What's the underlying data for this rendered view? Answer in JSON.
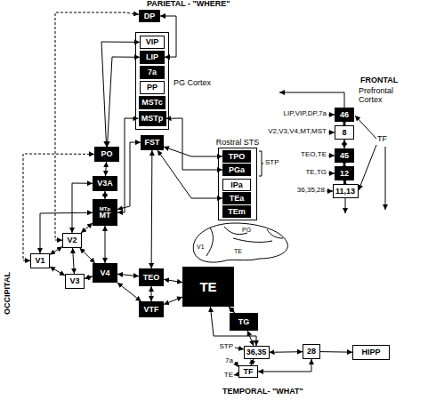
{
  "diagram": {
    "nodes": [
      {
        "text": [
          "DP"
        ]
      },
      {
        "text": [
          "PG Cortex"
        ]
      },
      {
        "text": [
          "VIP"
        ],
        "in": 1
      },
      {
        "text": [
          "LIP"
        ],
        "in": 1
      },
      {
        "text": [
          "7a"
        ],
        "in": 1
      },
      {
        "text": [
          "PP"
        ],
        "in": 1
      },
      {
        "text": [
          "MSTc"
        ],
        "in": 1
      },
      {
        "text": [
          "MSTp"
        ],
        "in": 1
      },
      {
        "text": [
          "FST"
        ]
      },
      {
        "text": [
          "PO"
        ]
      },
      {
        "text": [
          "V3A"
        ]
      },
      {
        "text": [
          "MTp",
          "MT"
        ]
      },
      {
        "text": [
          "V1"
        ]
      },
      {
        "text": [
          "V2"
        ]
      },
      {
        "text": [
          "V3"
        ]
      },
      {
        "text": [
          "V4"
        ]
      },
      {
        "text": [
          "TEO"
        ]
      },
      {
        "text": [
          "VTF"
        ]
      },
      {
        "text": [
          "TE"
        ]
      },
      {
        "text": [
          "TG"
        ]
      },
      {
        "text": [
          "Rostral STS"
        ]
      },
      {
        "text": [
          "TPO"
        ],
        "in": 20
      },
      {
        "text": [
          "PGa"
        ],
        "in": 20
      },
      {
        "text": [
          "IPa"
        ],
        "in": 20
      },
      {
        "text": [
          "TEa"
        ],
        "in": 20
      },
      {
        "text": [
          "TEm"
        ],
        "in": 20
      },
      {
        "text": [
          "46"
        ]
      },
      {
        "text": [
          "8"
        ]
      },
      {
        "text": [
          "45"
        ]
      },
      {
        "text": [
          "12"
        ]
      },
      {
        "text": [
          "11,13"
        ]
      },
      {
        "text": [
          "36,35"
        ]
      },
      {
        "text": [
          "28"
        ]
      },
      {
        "text": [
          "HIPP"
        ]
      },
      {
        "text": [
          "TF"
        ]
      }
    ],
    "edges": [
      {
        "from": 12,
        "to": 13,
        "arrow": "both"
      },
      {
        "from": 12,
        "to": 14,
        "arrow": "both"
      },
      {
        "from": 13,
        "to": 14,
        "arrow": "both"
      },
      {
        "from": 13,
        "to": 10,
        "arrow": "both"
      },
      {
        "from": 13,
        "to": 11,
        "arrow": "both"
      },
      {
        "from": 13,
        "to": 15,
        "arrow": "both"
      },
      {
        "from": 14,
        "to": 15,
        "arrow": "both"
      },
      {
        "from": 11,
        "to": 15,
        "arrow": "both"
      },
      {
        "from": 10,
        "to": 9,
        "arrow": "both"
      },
      {
        "from": 10,
        "to": 11,
        "arrow": "both"
      },
      {
        "from": 9,
        "to": 2,
        "arrow": "both"
      },
      {
        "from": 9,
        "to": 3,
        "arrow": "both"
      },
      {
        "from": 11,
        "to": 7,
        "arrow": "both"
      },
      {
        "from": 11,
        "to": 8,
        "arrow": "both"
      },
      {
        "from": 15,
        "to": 16,
        "arrow": "both"
      },
      {
        "from": 15,
        "to": 17,
        "arrow": "both"
      },
      {
        "from": 16,
        "to": 18,
        "arrow": "both"
      },
      {
        "from": 17,
        "to": 18,
        "arrow": "both"
      },
      {
        "from": 16,
        "to": 17,
        "arrow": "both"
      },
      {
        "from": 18,
        "to": 19,
        "arrow": "both"
      },
      {
        "from": 8,
        "to": 16,
        "arrow": "both"
      },
      {
        "from": 8,
        "to": 21,
        "arrow": "both"
      },
      {
        "from": 8,
        "to": 24,
        "arrow": "both"
      },
      {
        "from": 7,
        "to": 22,
        "arrow": "both"
      },
      {
        "from": 0,
        "to": 3,
        "arrow": "both"
      },
      {
        "from": 18,
        "to": 31,
        "arrow": "both"
      },
      {
        "from": 19,
        "to": 31,
        "arrow": "both"
      },
      {
        "from": 31,
        "to": 32,
        "arrow": "both"
      },
      {
        "from": 32,
        "to": 33,
        "arrow": "to"
      },
      {
        "from": 34,
        "to": 32,
        "arrow": "both"
      },
      {
        "from": 34,
        "to": 31,
        "arrow": "both"
      },
      {
        "from": 26,
        "to": 27,
        "arrow": "both"
      },
      {
        "from": 27,
        "to": 28,
        "arrow": "both"
      },
      {
        "from": 28,
        "to": 29,
        "arrow": "both"
      },
      {
        "from": 29,
        "to": 30,
        "arrow": "both"
      },
      {
        "from": 12,
        "to": 11,
        "arrow": "both"
      },
      {
        "from": 13,
        "to": 0,
        "arrow": "both"
      },
      {
        "from": 12,
        "to": 9,
        "arrow": "both"
      }
    ],
    "labels": [
      "PARIETAL - \"WHERE\"",
      "OCCIPITAL",
      "FRONTAL",
      "Prefrontal Cortex",
      "STP",
      "LIP,VIP,DP,7a",
      "V2,V3,V4,MT,MST",
      "TEO,TE",
      "TE,TG",
      "36,35,28",
      "TF",
      "V1",
      "PG",
      "TE",
      "STP",
      "7a",
      "TE",
      "TEMPORAL- \"WHAT\""
    ]
  }
}
